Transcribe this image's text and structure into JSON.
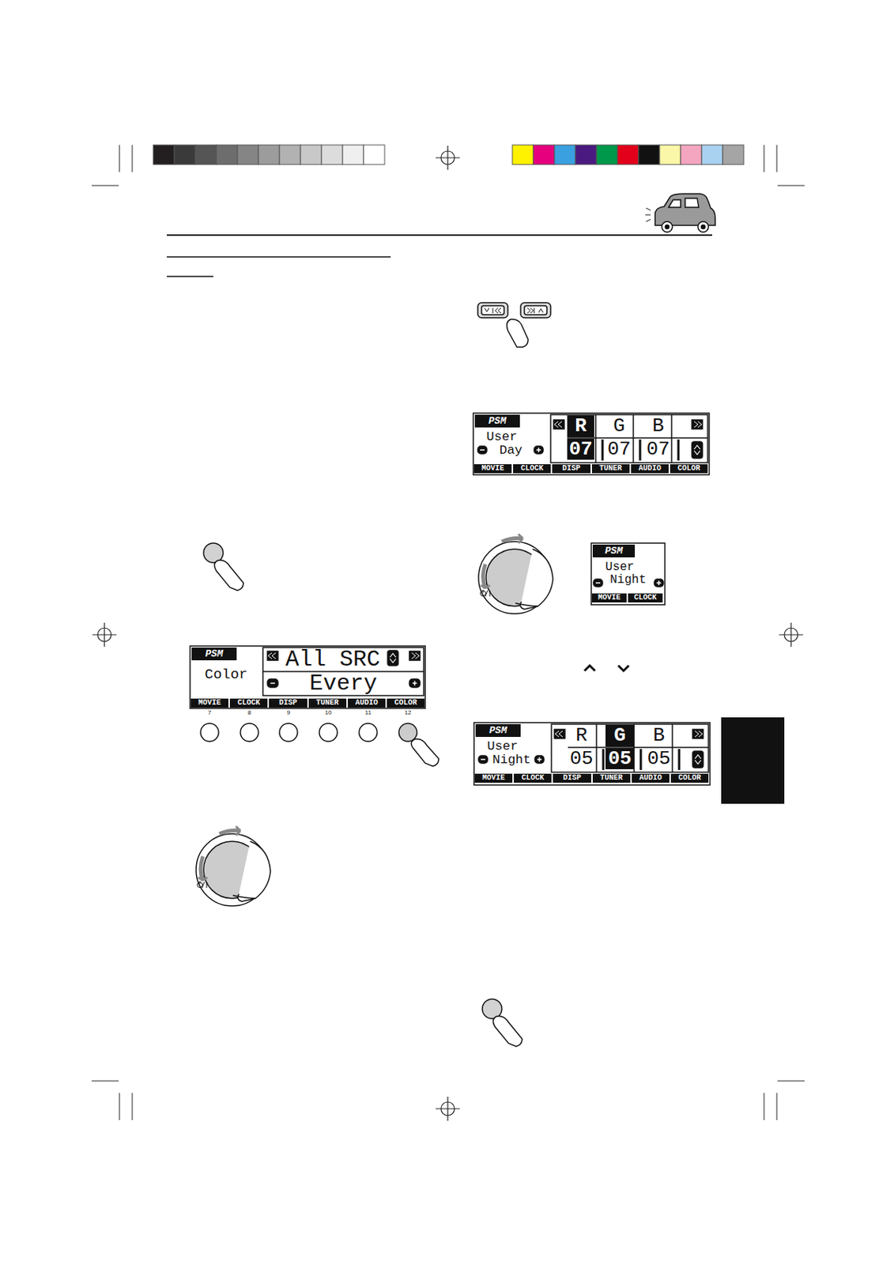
{
  "diagram": {
    "labels": [
      "PSM",
      "User",
      "Day",
      "R",
      "G",
      "B",
      "07",
      "07",
      "07",
      "MOVIE",
      "CLOCK",
      "DISP",
      "TUNER",
      "AUDIO",
      "COLOR",
      "PSM",
      "User",
      "Night",
      "MOVIE",
      "CLOCK",
      "PSM",
      "Color",
      "All SRC",
      "Every",
      "MOVIE",
      "CLOCK",
      "DISP",
      "TUNER",
      "AUDIO",
      "COLOR",
      "7",
      "8",
      "9",
      "10",
      "11",
      "12",
      "PSM",
      "User",
      "Night",
      "R",
      "G",
      "B",
      "05",
      "05",
      "05",
      "MOVIE",
      "CLOCK",
      "DISP",
      "TUNER",
      "AUDIO",
      "COLOR"
    ]
  }
}
